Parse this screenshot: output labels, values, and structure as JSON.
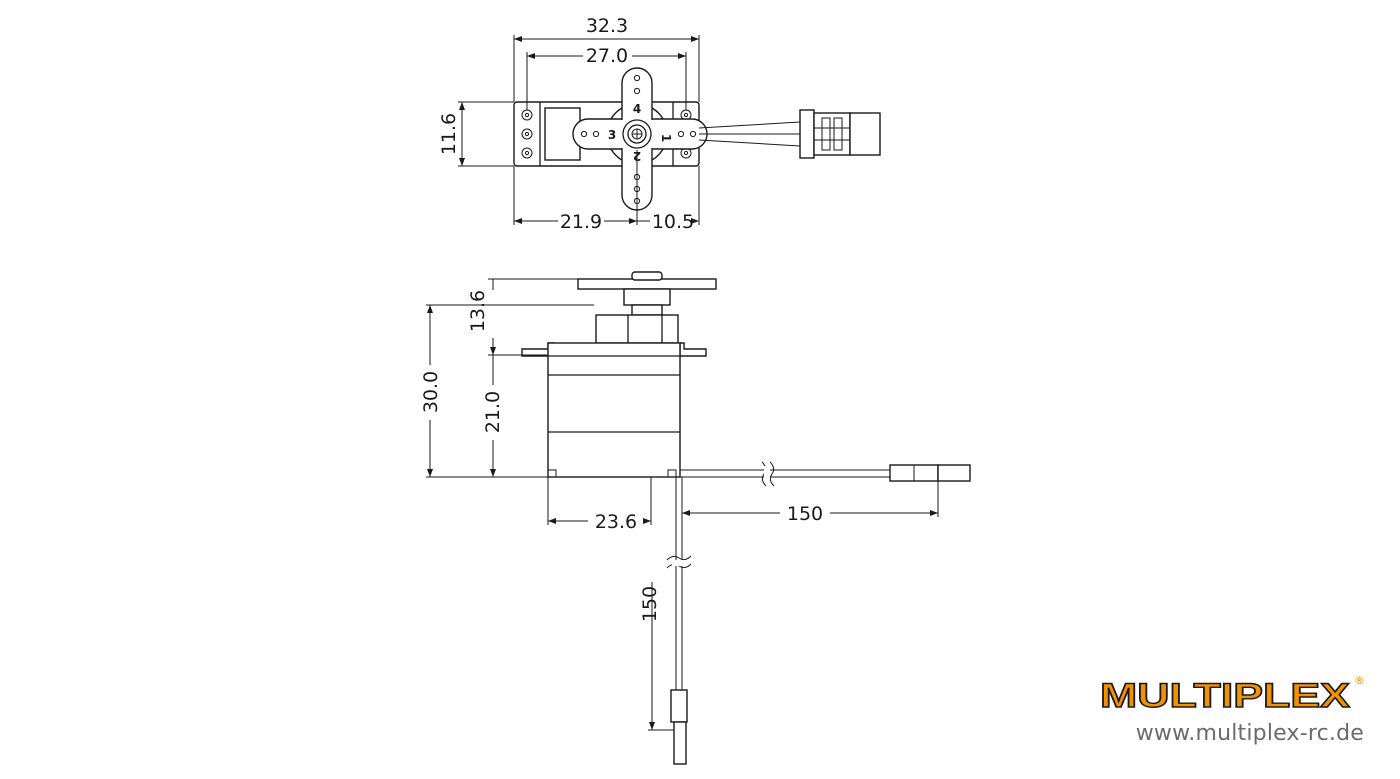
{
  "top_view": {
    "dimensions": {
      "overall_width": "32.3",
      "mounting_hole_spacing": "27.0",
      "depth": "11.6",
      "axis_to_left": "21.9",
      "axis_to_right": "10.5"
    },
    "horn_arm_numbers": [
      "4",
      "3",
      "1",
      "2"
    ]
  },
  "side_view": {
    "dimensions": {
      "overall_height": "30.0",
      "above_mount": "13.6",
      "below_mount": "21.0",
      "axis_to_edge": "23.6",
      "lead_length_horizontal": "150",
      "lead_length_vertical": "150"
    }
  },
  "brand": {
    "logo_text": "MULTIPLEX",
    "registered_mark": "®",
    "url": "www.multiplex-rc.de",
    "colors": {
      "logo_orange": "#f39200",
      "logo_outline": "#1a1a1a",
      "url_gray": "#6b6b6b"
    }
  }
}
